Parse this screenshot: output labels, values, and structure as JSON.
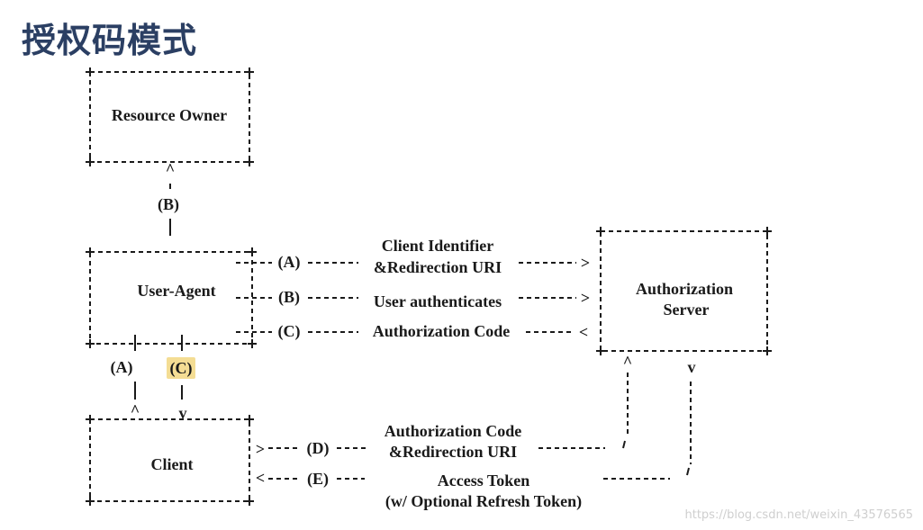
{
  "title": "授权码模式",
  "nodes": {
    "resource_owner": "Resource Owner",
    "user_agent": "User-Agent",
    "authorization_server_line1": "Authorization",
    "authorization_server_line2": "Server",
    "client": "Client"
  },
  "flows": {
    "a_label": "(A)",
    "a_text_line1": "Client Identifier",
    "a_text_line2": "&Redirection URI",
    "b_label": "(B)",
    "b_text": "User authenticates",
    "c_label": "(C)",
    "c_text": "Authorization Code",
    "d_label": "(D)",
    "d_text_line1": "Authorization Code",
    "d_text_line2": "&Redirection URI",
    "e_label": "(E)",
    "e_text_line1": "Access Token",
    "e_text_line2": "(w/ Optional Refresh Token)",
    "vert_b": "(B)",
    "vert_a": "(A)",
    "vert_c": "(C)"
  },
  "highlight_color": "#f4dd94",
  "watermark": "https://blog.csdn.net/weixin_43576565"
}
